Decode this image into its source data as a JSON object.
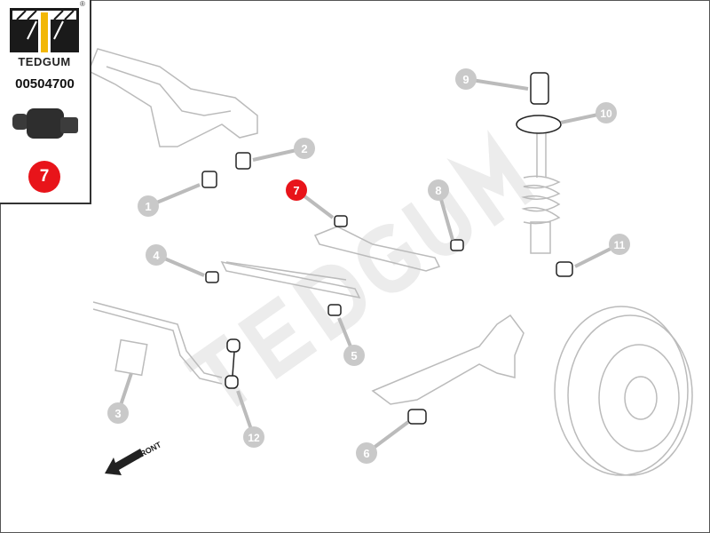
{
  "brand": {
    "name": "TEDGUM",
    "registered_mark": "®",
    "colors": {
      "black": "#1a1a1a",
      "yellow": "#f2b705"
    }
  },
  "part_number": "00504700",
  "highlighted_position": "7",
  "highlight_color": "#e8141a",
  "callout_color": "#c9c9c9",
  "callouts": [
    {
      "label": "1"
    },
    {
      "label": "2"
    },
    {
      "label": "3"
    },
    {
      "label": "4"
    },
    {
      "label": "5"
    },
    {
      "label": "6"
    },
    {
      "label": "7"
    },
    {
      "label": "8"
    },
    {
      "label": "9"
    },
    {
      "label": "10"
    },
    {
      "label": "11"
    },
    {
      "label": "12"
    }
  ],
  "front_label": "FRONT",
  "watermark": "TEDGUM"
}
